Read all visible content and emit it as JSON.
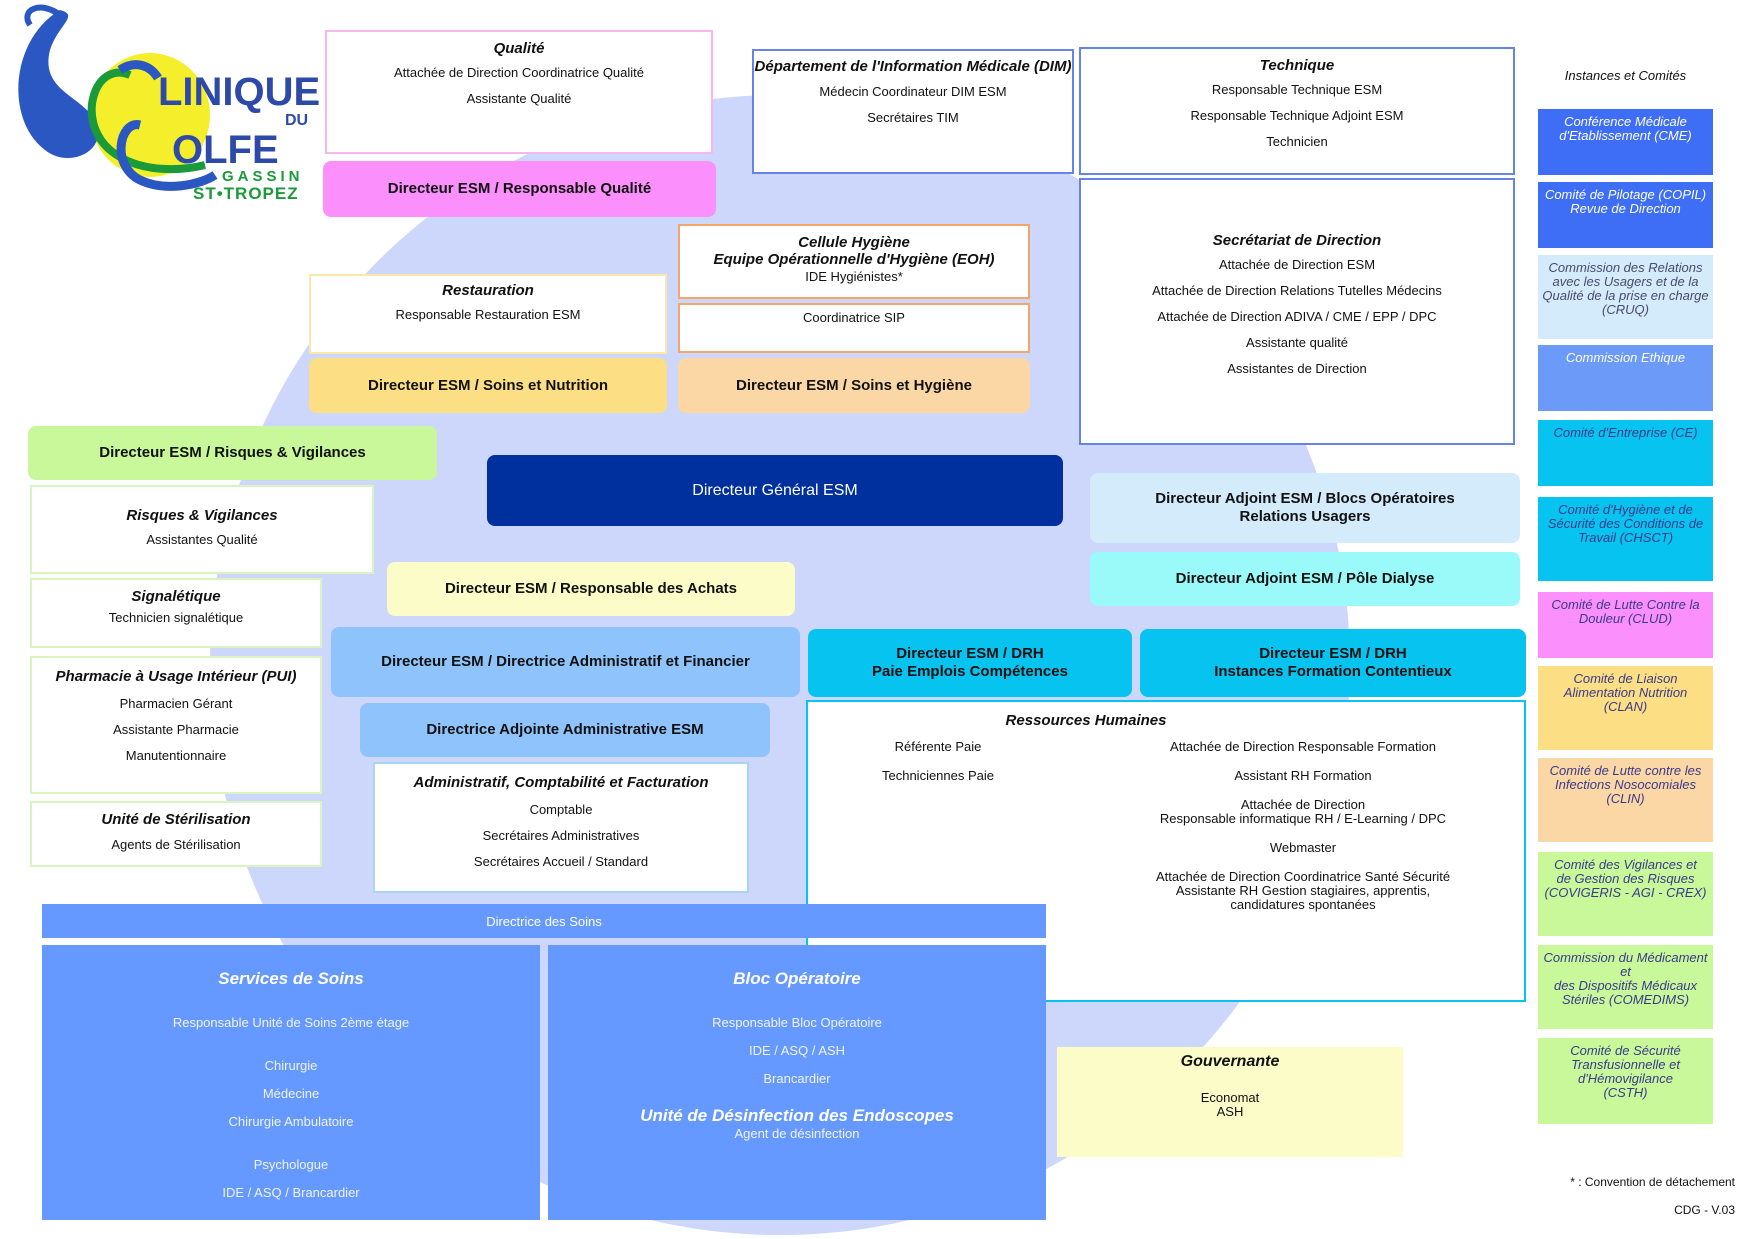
{
  "logo": {
    "line1": "LINIQUE",
    "line2": "DU",
    "line3": "OLFE",
    "line4": "GASSIN",
    "line5": "ST•TROPEZ"
  },
  "qualite": {
    "title": "Qualité",
    "lines": [
      "Attachée de Direction Coordinatrice Qualité",
      "Assistante Qualité"
    ]
  },
  "dim": {
    "title": "Département de l'Information Médicale (DIM)",
    "lines": [
      "Médecin Coordinateur DIM ESM",
      "Secrétaires TIM"
    ]
  },
  "technique": {
    "title": "Technique",
    "lines": [
      "Responsable Technique ESM",
      "Responsable Technique Adjoint  ESM",
      "Technicien"
    ]
  },
  "directeur_qualite": "Directeur ESM / Responsable Qualité",
  "hygiene": {
    "title": "Cellule Hygiène\nEquipe Opérationnelle d'Hygiène (EOH)",
    "lines": [
      "IDE Hygiénistes*"
    ]
  },
  "sip": "Coordinatrice SIP",
  "restauration": {
    "title": "Restauration",
    "lines": [
      "Responsable Restauration ESM"
    ]
  },
  "secretariat": {
    "title": "Secrétariat de Direction",
    "lines": [
      "Attachée de Direction ESM",
      "Attachée de Direction Relations Tutelles Médecins",
      "Attachée de Direction ADIVA / CME / EPP / DPC",
      "Assistante qualité",
      "Assistantes de Direction"
    ]
  },
  "directeur_nutrition": "Directeur ESM / Soins et Nutrition",
  "directeur_hygiene": "Directeur ESM / Soins et Hygiène",
  "directeur_risques": "Directeur ESM / Risques & Vigilances",
  "directeur_general": "Directeur Général ESM",
  "directeur_blocs": "Directeur Adjoint ESM / Blocs Opératoires\nRelations Usagers",
  "risques": {
    "title": "Risques & Vigilances",
    "lines": [
      "Assistantes Qualité"
    ]
  },
  "directeur_achats": "Directeur ESM / Responsable des Achats",
  "directeur_dialyse": "Directeur Adjoint ESM / Pôle Dialyse",
  "signaletique": {
    "title": "Signalétique",
    "lines": [
      "Technicien signalétique"
    ]
  },
  "directeur_daf": "Directeur ESM / Directrice Administratif et Financier",
  "drh_paie": "Directeur ESM / DRH\nPaie Emplois Compétences",
  "drh_formation": "Directeur ESM / DRH\nInstances Formation Contentieux",
  "pui": {
    "title": "Pharmacie à Usage Intérieur (PUI)",
    "lines": [
      "Pharmacien Gérant",
      "Assistante Pharmacie",
      "Manutentionnaire"
    ]
  },
  "adjointe_admin": "Directrice Adjointe Administrative ESM",
  "rh": {
    "title": "Ressources Humaines",
    "left": [
      "Référente Paie",
      "Techniciennes Paie"
    ],
    "right": [
      "Attachée de Direction Responsable Formation",
      "Assistant RH Formation",
      "Attachée de Direction\nResponsable informatique RH / E-Learning / DPC",
      "Webmaster",
      "Attachée de Direction Coordinatrice Santé Sécurité\nAssistante RH Gestion stagiaires, apprentis,\ncandidatures spontanées"
    ]
  },
  "compta": {
    "title": "Administratif, Comptabilité et Facturation",
    "lines": [
      "Comptable",
      "Secrétaires Administratives",
      "Secrétaires Accueil / Standard"
    ]
  },
  "sterilisation": {
    "title": "Unité de Stérilisation",
    "lines": [
      "Agents de Stérilisation"
    ]
  },
  "directrice_soins": "Directrice des Soins",
  "services_soins": {
    "title": "Services de Soins",
    "lines": [
      "Responsable Unité de Soins 2ème étage",
      "Chirurgie",
      "Médecine",
      "Chirurgie Ambulatoire",
      "Psychologue",
      "IDE  /  ASQ  /  Brancardier"
    ]
  },
  "bloc": {
    "title": "Bloc Opératoire",
    "lines": [
      "Responsable Bloc Opératoire",
      "IDE / ASQ / ASH",
      "Brancardier"
    ],
    "title2": "Unité de Désinfection des Endoscopes",
    "line2": "Agent de désinfection"
  },
  "gouvernante": {
    "title": "Gouvernante",
    "lines": [
      "Economat\nASH"
    ]
  },
  "instances": {
    "heading": "Instances et Comités",
    "items": [
      {
        "label": "Conférence Médicale\nd'Etablissement (CME)",
        "color": "#3d6ef5",
        "text_color": "#ffffff"
      },
      {
        "label": "Comité de Pilotage (COPIL)\nRevue de Direction",
        "color": "#3d6ef5",
        "text_color": "#ffffff"
      },
      {
        "label": "Commission des Relations\navec les Usagers et de la\nQualité de la prise en charge\n(CRUQ)",
        "color": "#d3ebfb",
        "text_color": "#4a4a6a"
      },
      {
        "label": "Commission Ethique",
        "color": "#6b9af8",
        "text_color": "#ffffff"
      },
      {
        "label": "Comité d'Entreprise (CE)",
        "color": "#06c3ef",
        "text_color": "#3a3a8a"
      },
      {
        "label": "Comité d'Hygiène et de\nSécurité des Conditions de\nTravail (CHSCT)",
        "color": "#06c3ef",
        "text_color": "#3a3a8a"
      },
      {
        "label": "Comité de Lutte Contre la\nDouleur (CLUD)",
        "color": "#fb8ffb",
        "text_color": "#3a3a8a"
      },
      {
        "label": "Comité de Liaison\nAlimentation Nutrition\n(CLAN)",
        "color": "#fcde85",
        "text_color": "#3a3a8a"
      },
      {
        "label": "Comité de Lutte contre les\nInfections Nosocomiales\n(CLIN)",
        "color": "#fbd7a6",
        "text_color": "#3a3a8a"
      },
      {
        "label": "Comité des Vigilances et\nde Gestion des Risques\n(COVIGERIS - AGI - CREX)",
        "color": "#c8f89a",
        "text_color": "#3a3a8a"
      },
      {
        "label": "Commission du Médicament et\ndes Dispositifs Médicaux\nStériles (COMEDIMS)",
        "color": "#c8f89a",
        "text_color": "#3a3a8a"
      },
      {
        "label": "Comité de Sécurité\nTransfusionnelle et\nd'Hémovigilance\n(CSTH)",
        "color": "#c8f89a",
        "text_color": "#3a3a8a"
      }
    ]
  },
  "footnote": "* : Convention de détachement",
  "version": "CDG - V.03"
}
